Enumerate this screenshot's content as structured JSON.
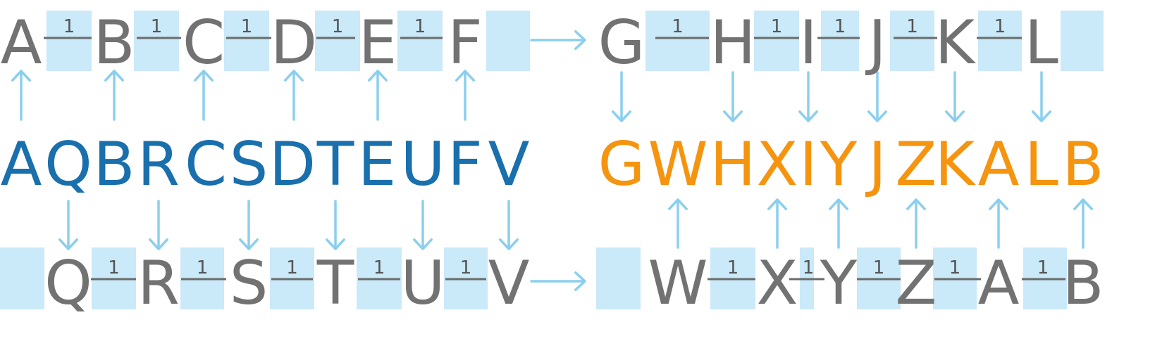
{
  "colors": {
    "box": "#cae9f9",
    "arrow": "#8bcfee",
    "gray_letter": "#727272",
    "edge_line": "#6b6b6b",
    "weight_text": "#555555",
    "blue_letter": "#1a6fad",
    "orange_letter": "#f5940f"
  },
  "top_left": {
    "letters": [
      "A",
      "B",
      "C",
      "D",
      "E",
      "F"
    ],
    "weights": [
      "1",
      "1",
      "1",
      "1",
      "1"
    ]
  },
  "top_right": {
    "letters": [
      "G",
      "H",
      "I",
      "J",
      "K",
      "L"
    ],
    "weights": [
      "1",
      "1",
      "1",
      "1",
      "1"
    ]
  },
  "bottom_left": {
    "letters": [
      "Q",
      "R",
      "S",
      "T",
      "U",
      "V"
    ],
    "weights": [
      "1",
      "1",
      "1",
      "1",
      "1"
    ]
  },
  "bottom_right": {
    "letters": [
      "W",
      "X",
      "Y",
      "Z",
      "A",
      "B"
    ],
    "weights": [
      "1",
      "1",
      "1",
      "1",
      "1"
    ]
  },
  "merged_left": [
    "A",
    "Q",
    "B",
    "R",
    "C",
    "S",
    "D",
    "T",
    "E",
    "U",
    "F",
    "V"
  ],
  "merged_right": [
    "G",
    "W",
    "H",
    "X",
    "I",
    "Y",
    "J",
    "Z",
    "K",
    "A",
    "L",
    "B"
  ]
}
